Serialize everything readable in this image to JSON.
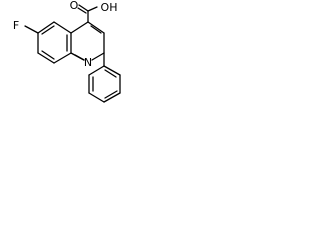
{
  "molecule": {
    "atoms": {
      "fluorine": "F",
      "nitrogen": "N",
      "carboxyl_carbonyl_oxygen": "O",
      "carboxyl_hydroxyl": "OH"
    },
    "colors": {
      "bond": "#000000",
      "label": "#000000",
      "background": "#ffffff"
    }
  }
}
